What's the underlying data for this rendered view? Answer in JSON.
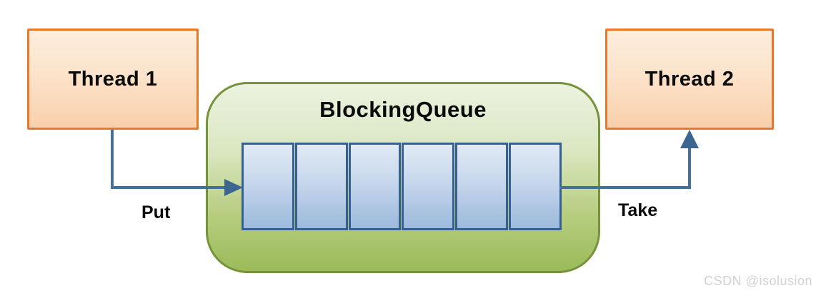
{
  "diagram": {
    "thread1": {
      "label": "Thread 1"
    },
    "thread2": {
      "label": "Thread 2"
    },
    "queue": {
      "title": "BlockingQueue",
      "slot_count": 6
    },
    "put_label": "Put",
    "take_label": "Take",
    "watermark": "CSDN @isolusion",
    "colors": {
      "thread_box_border": "#e8782c",
      "thread_box_fill_top": "#fdeedd",
      "thread_box_fill_bottom": "#f9d0ab",
      "queue_container_border": "#76933c",
      "queue_container_fill_top": "#ecf2df",
      "queue_container_fill_bottom": "#9bbb59",
      "slot_border": "#376092",
      "slot_fill_top": "#e2eaf5",
      "slot_fill_bottom": "#9db9dc",
      "connector": "#44719c",
      "label_text": "#0a0a0a",
      "watermark_text": "#d2d2d2"
    }
  }
}
